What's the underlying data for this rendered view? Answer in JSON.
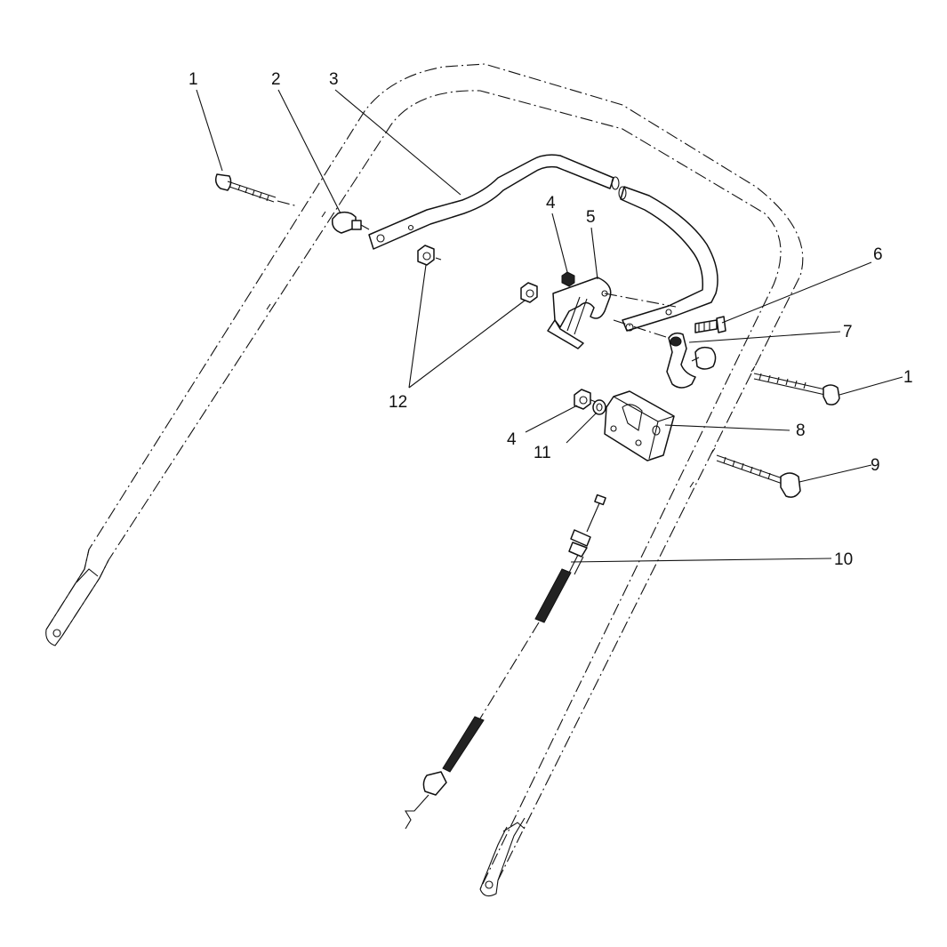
{
  "callouts": {
    "c1_top": "1",
    "c2": "2",
    "c3": "3",
    "c4_top": "4",
    "c5": "5",
    "c6": "6",
    "c7": "7",
    "c1_right": "1",
    "c12": "12",
    "c4_low": "4",
    "c11": "11",
    "c8": "8",
    "c9": "9",
    "c10": "10"
  }
}
